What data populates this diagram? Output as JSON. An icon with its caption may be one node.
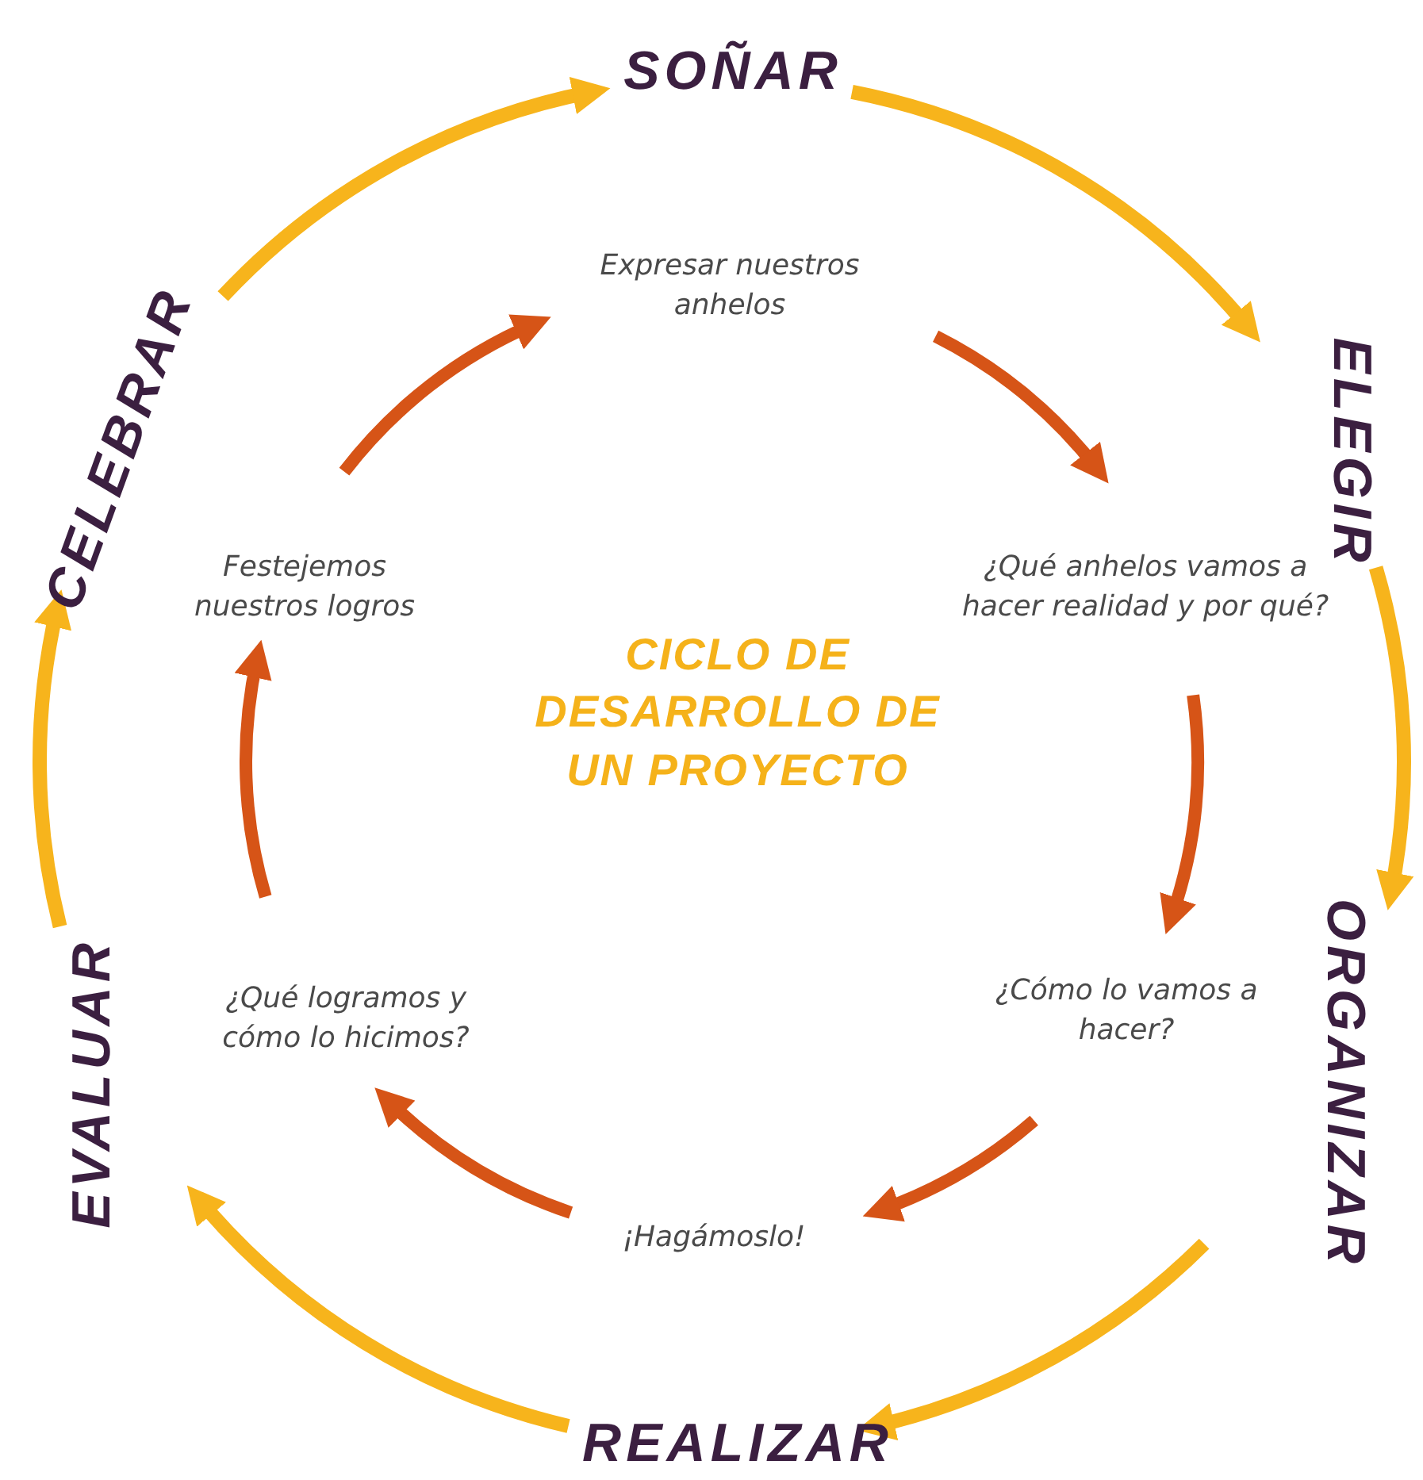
{
  "diagram": {
    "title": "CICLO DE DESARROLLO DE UN PROYECTO",
    "nodes": [
      {
        "text": [
          "SOÑAR"
        ]
      },
      {
        "text": [
          "ELEGIR"
        ]
      },
      {
        "text": [
          "ORGANIZAR"
        ]
      },
      {
        "text": [
          "REALIZAR"
        ]
      },
      {
        "text": [
          "EVALUAR"
        ]
      },
      {
        "text": [
          "CELEBRAR"
        ]
      },
      {
        "text": [
          "Expresar nuestros anhelos"
        ]
      },
      {
        "text": [
          "¿Qué anhelos vamos a hacer realidad y por qué?"
        ]
      },
      {
        "text": [
          "¿Cómo lo vamos a hacer?"
        ]
      },
      {
        "text": [
          "¡Hagámoslo!"
        ]
      },
      {
        "text": [
          "¿Qué logramos y cómo lo hicimos?"
        ]
      },
      {
        "text": [
          "Festejemos nuestros logros"
        ]
      }
    ],
    "edges": [
      {
        "from": 5,
        "to": 0,
        "arrow": "to"
      },
      {
        "from": 0,
        "to": 1,
        "arrow": "to"
      },
      {
        "from": 1,
        "to": 2,
        "arrow": "to"
      },
      {
        "from": 2,
        "to": 3,
        "arrow": "to"
      },
      {
        "from": 3,
        "to": 4,
        "arrow": "to"
      },
      {
        "from": 4,
        "to": 5,
        "arrow": "to"
      },
      {
        "from": 11,
        "to": 6,
        "arrow": "to",
        "color": "#d65417"
      },
      {
        "from": 6,
        "to": 7,
        "arrow": "to",
        "color": "#d65417"
      },
      {
        "from": 7,
        "to": 8,
        "arrow": "to",
        "color": "#d65417"
      },
      {
        "from": 8,
        "to": 9,
        "arrow": "to",
        "color": "#d65417"
      },
      {
        "from": 9,
        "to": 10,
        "arrow": "to",
        "color": "#d65417"
      },
      {
        "from": 10,
        "to": 11,
        "arrow": "to",
        "color": "#d65417"
      }
    ]
  }
}
